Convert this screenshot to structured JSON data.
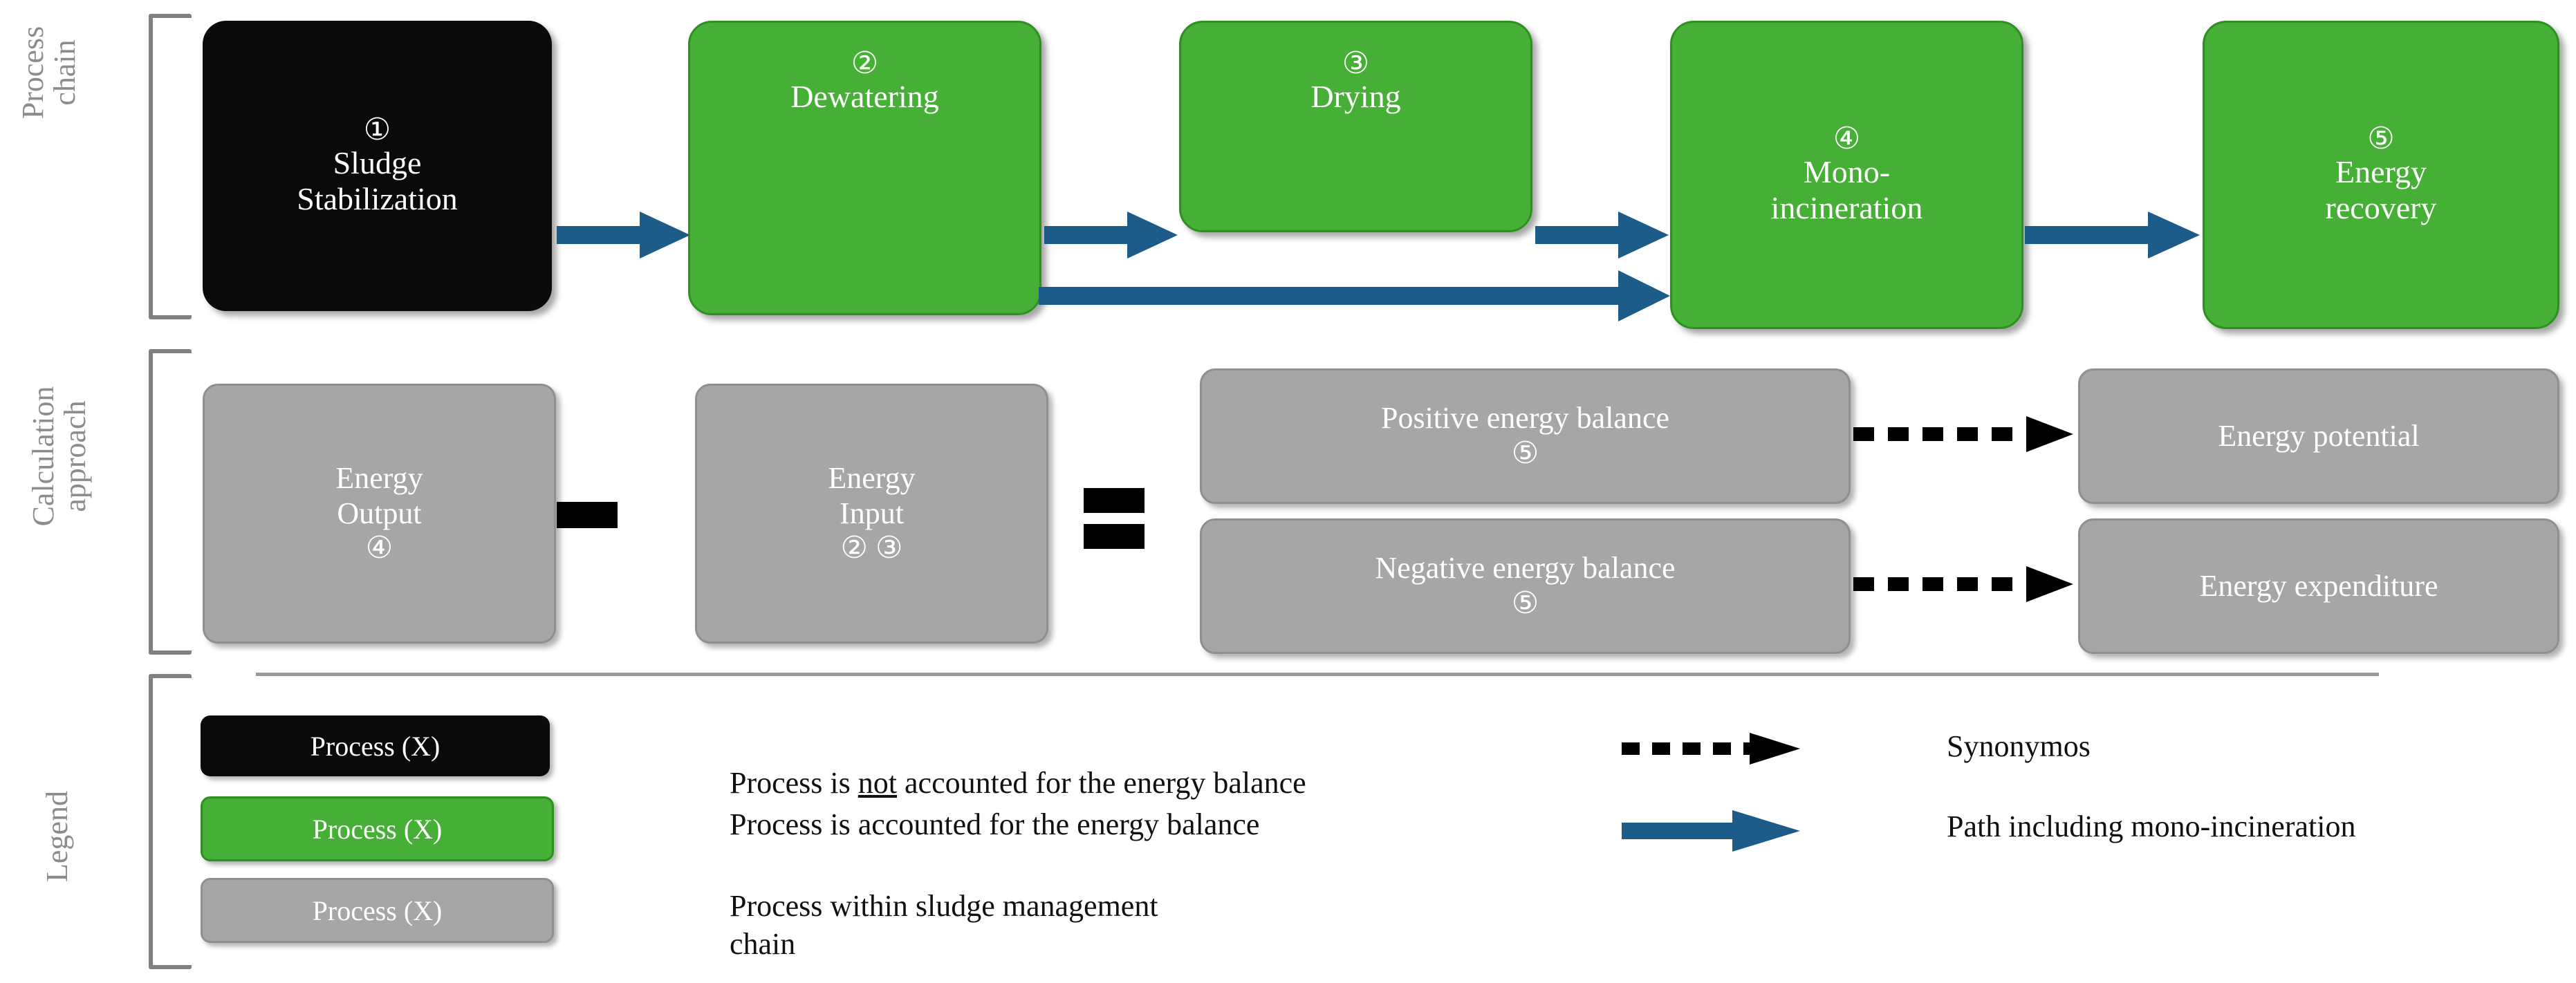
{
  "rows": {
    "process_chain_label": "Process\nchain",
    "calculation_label": "Calculation\napproach",
    "legend_label": "Legend"
  },
  "process_chain": [
    {
      "num": "①",
      "label": "Sludge\nStabilization",
      "color": "#0a0a0a",
      "state": "not-accounted"
    },
    {
      "num": "②",
      "label": "Dewatering",
      "color": "#46af35",
      "state": "accounted"
    },
    {
      "num": "③",
      "label": "Drying",
      "color": "#46af35",
      "state": "accounted"
    },
    {
      "num": "④",
      "label": "Mono-\nincineration",
      "color": "#46af35",
      "state": "accounted"
    },
    {
      "num": "⑤",
      "label": "Energy\nrecovery",
      "color": "#46af35",
      "state": "accounted"
    }
  ],
  "calculation": {
    "energy_output": {
      "label": "Energy\nOutput",
      "nums": "④"
    },
    "minus_operator": "−",
    "energy_input": {
      "label": "Energy\nInput",
      "nums": "② ③"
    },
    "equals_operator": "=",
    "balances": [
      {
        "label": "Positive energy balance",
        "nums": "⑤",
        "result": "Energy potential"
      },
      {
        "label": "Negative energy balance",
        "nums": "⑤",
        "result": "Energy expenditure"
      }
    ]
  },
  "legend": {
    "swatches": [
      {
        "text": "Process (X)",
        "color": "#0a0a0a"
      },
      {
        "text": "Process (X)",
        "color": "#46af35"
      },
      {
        "text": "Process (X)",
        "color": "#a6a6a6"
      }
    ],
    "descriptions": [
      {
        "pre": "Process is ",
        "em": "not",
        "post": " accounted for the energy balance"
      },
      {
        "pre": "Process is accounted for the energy balance",
        "em": "",
        "post": ""
      },
      {
        "pre": "Process within sludge management\nchain",
        "em": "",
        "post": ""
      }
    ],
    "arrow_keys": [
      {
        "style": "dashed",
        "color": "#000000",
        "label": "Synonymos"
      },
      {
        "style": "solid",
        "color": "#1d5b89",
        "label": "Path including mono-incineration"
      }
    ]
  },
  "colors": {
    "green": "#46af35",
    "black": "#0a0a0a",
    "gray": "#a6a6a6",
    "blue_arrow": "#1d5b89",
    "bracket": "#808080",
    "label_gray": "#8c8c8c"
  }
}
